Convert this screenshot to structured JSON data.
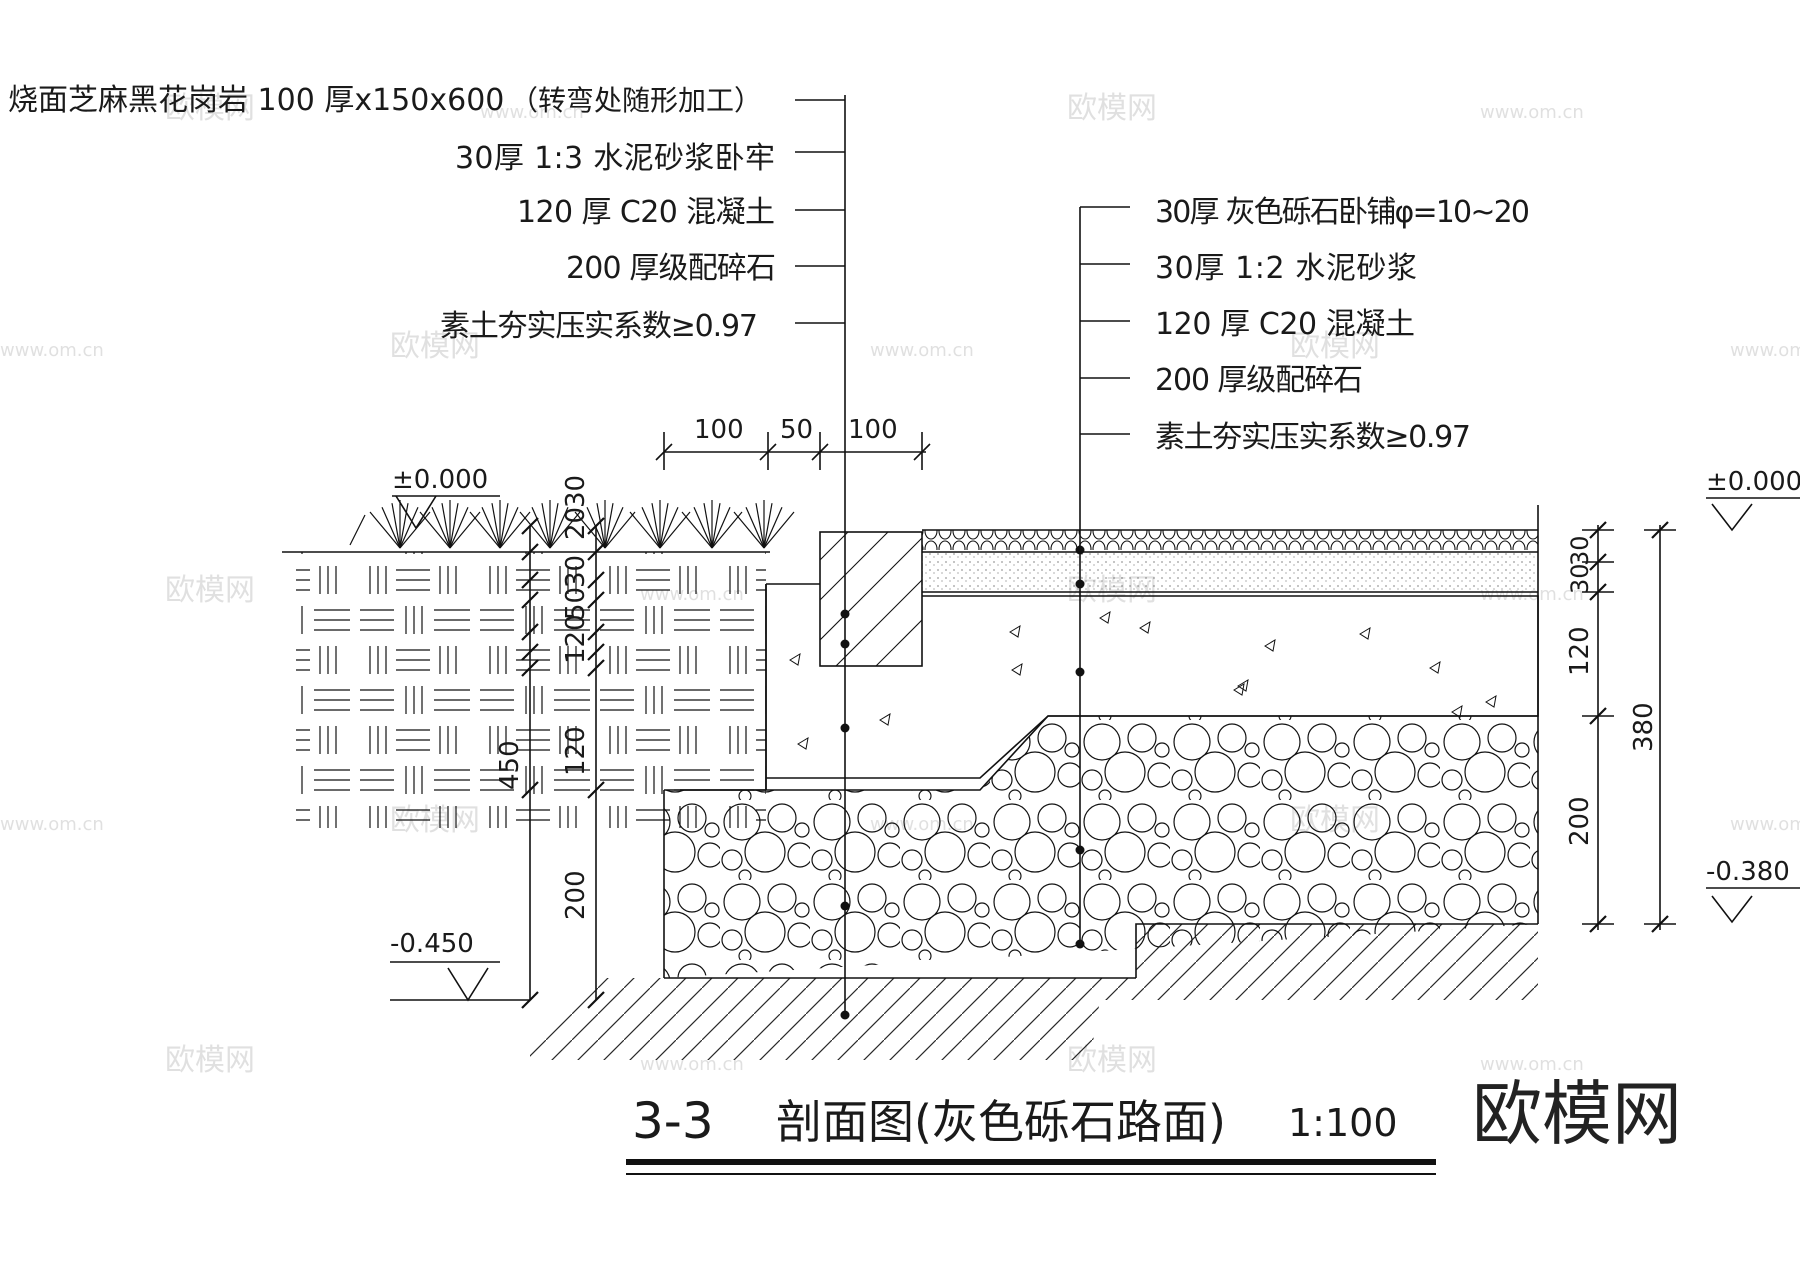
{
  "left_callout": {
    "labels": [
      "烧面芝麻黑花岗岩 100 厚x150x600",
      "30厚 1:3 水泥砂浆卧牢",
      "120 厚 C20 混凝土",
      "200 厚级配碎石",
      "素土夯实压实系数≥0.97"
    ],
    "note": "（转弯处随形加工）"
  },
  "right_callout": {
    "labels": [
      "30厚 灰色砾石卧铺φ=10~20",
      "30厚 1:2 水泥砂浆",
      "120 厚 C20 混凝土",
      "200 厚级配碎石",
      "素土夯实压实系数≥0.97"
    ]
  },
  "top_dims": [
    "100",
    "50",
    "100"
  ],
  "elevations": {
    "left_top": "±0.000",
    "left_bottom": "-0.450",
    "right_top": "±0.000",
    "right_bottom": "-0.380"
  },
  "left_vertical_dims": [
    "30",
    "20",
    "30",
    "50",
    "120",
    "50",
    "120",
    "450",
    "200"
  ],
  "right_vertical_dims": [
    "30",
    "30",
    "120",
    "200",
    "380"
  ],
  "title": {
    "number": "3-3",
    "name": "剖面图(灰色砾石路面)",
    "scale": "1:100"
  },
  "watermark": {
    "logo": "欧模网",
    "url": "www.om.cn"
  }
}
